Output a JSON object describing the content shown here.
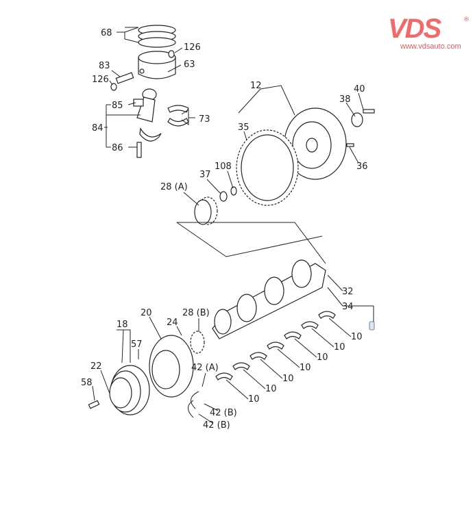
{
  "logo": {
    "brand": "VDS",
    "url": "www.vdsauto.com",
    "registered": "®",
    "color": "#ef6b6b"
  },
  "labels": [
    "68",
    "126",
    "63",
    "83",
    "126",
    "85",
    "84",
    "73",
    "86",
    "12",
    "40",
    "38",
    "35",
    "36",
    "108",
    "37",
    "28 (A)",
    "32",
    "34",
    "10",
    "10",
    "10",
    "10",
    "10",
    "10",
    "10",
    "20",
    "24",
    "28 (B)",
    "18",
    "57",
    "42 (A)",
    "22",
    "58",
    "42 (B)",
    "42 (B)"
  ]
}
